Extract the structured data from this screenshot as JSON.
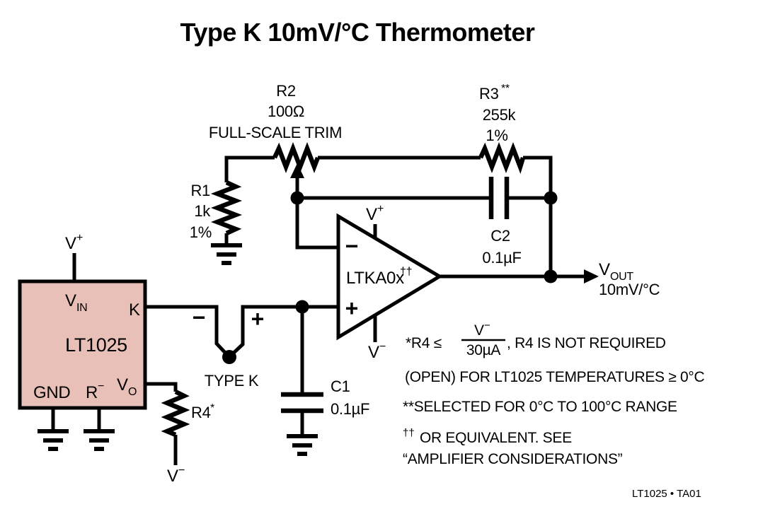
{
  "title": "Type K 10mV/°C Thermometer",
  "footer": "LT1025 • TA01",
  "colors": {
    "ic_fill": "#e9c0b7",
    "line": "#000000"
  },
  "ic": {
    "part": "LT1025",
    "supply": {
      "base": "V",
      "sup": "+"
    },
    "pin_vin": {
      "base": "V",
      "sub": "IN"
    },
    "pin_k": "K",
    "pin_gnd": "GND",
    "pin_rminus": {
      "base": "R",
      "sup": "−"
    },
    "pin_vo": {
      "base": "V",
      "sub": "O"
    }
  },
  "opamp": {
    "part": "LTKA0x",
    "part_mark": "††",
    "minus_input": "−",
    "plus_input": "+",
    "vplus": {
      "base": "V",
      "sup": "+"
    },
    "vminus": {
      "base": "V",
      "sup": "−"
    }
  },
  "resistors": {
    "r1": {
      "ref": "R1",
      "value": "1k",
      "tol": "1%"
    },
    "r2": {
      "ref": "R2",
      "value": "100Ω",
      "desc": "FULL-SCALE TRIM"
    },
    "r3": {
      "ref": "R3",
      "mark": "**",
      "value": "255k",
      "tol": "1%"
    },
    "r4": {
      "ref": "R4",
      "mark": "*",
      "rail": {
        "base": "V",
        "sup": "−"
      }
    }
  },
  "capacitors": {
    "c1": {
      "ref": "C1",
      "value": "0.1µF"
    },
    "c2": {
      "ref": "C2",
      "value": "0.1µF"
    }
  },
  "thermocouple": {
    "label": "TYPE K",
    "minus": "−",
    "plus": "+"
  },
  "output": {
    "base": "V",
    "sub": "OUT",
    "scale": "10mV/°C"
  },
  "notes": {
    "n1_pre": "*R4 ≤",
    "n1_frac_num": {
      "base": "V",
      "sup": "−"
    },
    "n1_frac_den": "30µA",
    "n1_post": ", R4 IS NOT REQUIRED",
    "n2": "(OPEN) FOR LT1025 TEMPERATURES ≥ 0°C",
    "n3": "**SELECTED FOR 0°C TO 100°C RANGE",
    "n4_mark": "††",
    "n4": "OR EQUIVALENT. SEE",
    "n5": "“AMPLIFIER CONSIDERATIONS”"
  }
}
